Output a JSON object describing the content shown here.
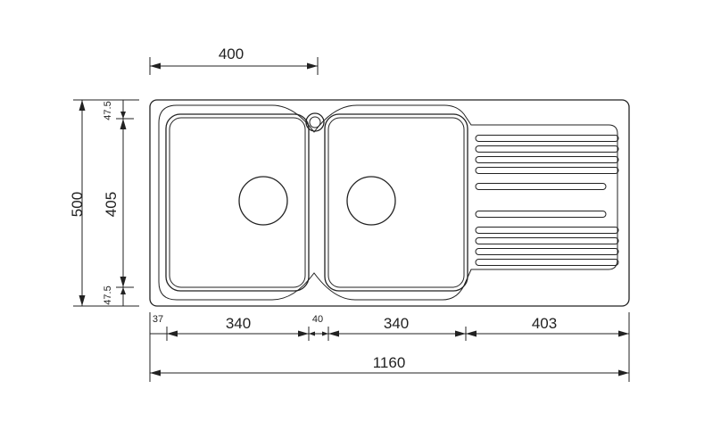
{
  "dimensions": {
    "top_width": "400",
    "overall_height": "500",
    "inner_height": "405",
    "top_margin": "47.5",
    "bottom_margin": "47.5",
    "left_margin": "37",
    "bowl_left_width": "340",
    "bowl_gap": "40",
    "bowl_right_width": "340",
    "drainer_width": "403",
    "overall_width": "1160"
  }
}
